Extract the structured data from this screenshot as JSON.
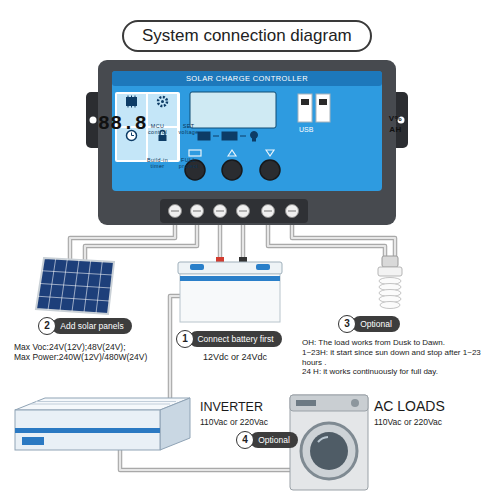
{
  "diagram": {
    "title": "System connection diagram",
    "nodes": [
      {
        "text": [
          "SOLAR CHARGE CONTROLLER"
        ]
      },
      {
        "text": [
          "MCU control"
        ],
        "in": 0
      },
      {
        "text": [
          "SET voltage"
        ],
        "in": 0
      },
      {
        "text": [
          "Build-in timer"
        ],
        "in": 0
      },
      {
        "text": [
          "FULL protect"
        ],
        "in": 0
      },
      {
        "text": [
          "88.8",
          "V%",
          "AH"
        ],
        "in": 0
      },
      {
        "text": [
          "2"
        ]
      },
      {
        "text": [
          "Add solar panels"
        ]
      },
      {
        "text": [
          "1"
        ]
      },
      {
        "text": [
          "Connect battery first"
        ]
      },
      {
        "text": [
          "3"
        ]
      },
      {
        "text": [
          "Optional"
        ]
      },
      {
        "text": [
          "4"
        ]
      },
      {
        "text": [
          "Optional"
        ]
      }
    ],
    "labels": [
      "USB",
      "Max Voc:24V(12V);48V(24V);",
      "Max Power:240W(12V)/480W(24V)",
      "12Vdc or 24Vdc",
      "OH: The load works from Dusk to Dawn.",
      "1~23H: it start since sun down and stop after 1~23 hours .",
      "24 H: it works continuously for full day.",
      "INVERTER",
      "110Vac or 220Vac",
      "AC LOADS",
      "110Vac or 220Vac"
    ]
  }
}
